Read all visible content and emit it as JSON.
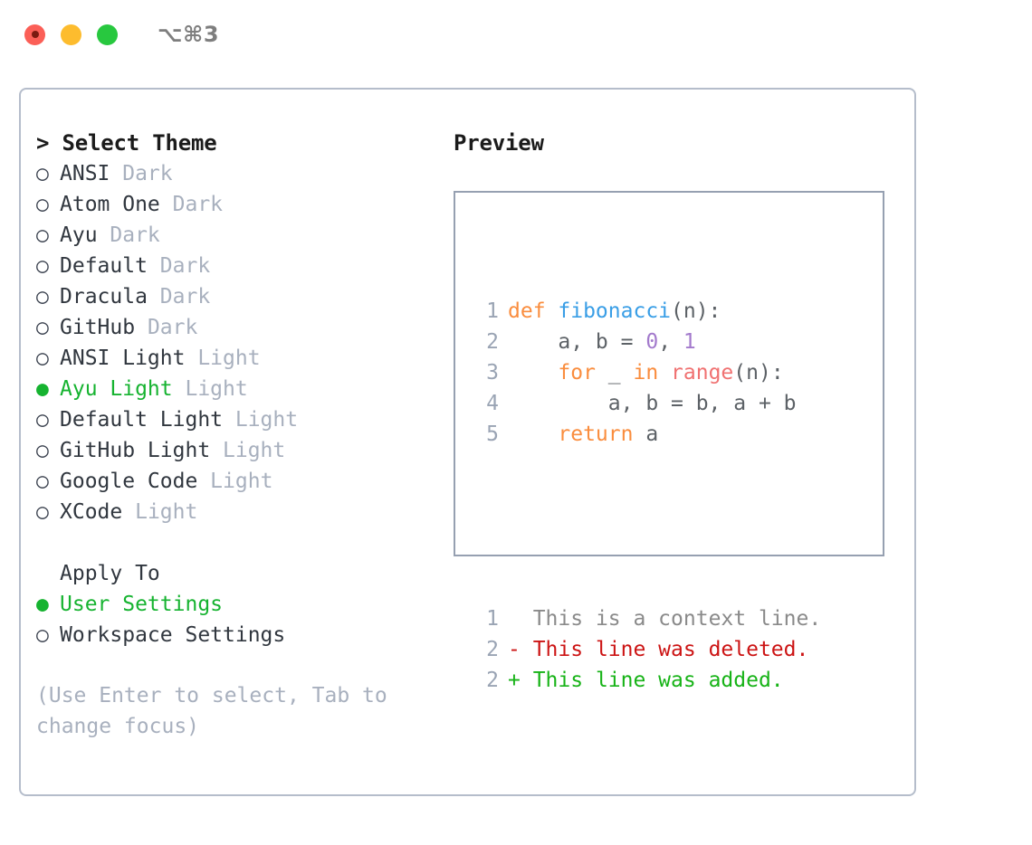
{
  "window": {
    "title_shortcut": "⌥⌘3",
    "traffic_lights": [
      "close",
      "minimize",
      "maximize"
    ]
  },
  "left": {
    "heading": "> Select Theme",
    "themes": [
      {
        "marker": "○",
        "name": "ANSI",
        "kind": "Dark",
        "selected": false
      },
      {
        "marker": "○",
        "name": "Atom One",
        "kind": "Dark",
        "selected": false
      },
      {
        "marker": "○",
        "name": "Ayu",
        "kind": "Dark",
        "selected": false
      },
      {
        "marker": "○",
        "name": "Default",
        "kind": "Dark",
        "selected": false
      },
      {
        "marker": "○",
        "name": "Dracula",
        "kind": "Dark",
        "selected": false
      },
      {
        "marker": "○",
        "name": "GitHub",
        "kind": "Dark",
        "selected": false
      },
      {
        "marker": "○",
        "name": "ANSI Light",
        "kind": "Light",
        "selected": false
      },
      {
        "marker": "●",
        "name": "Ayu Light",
        "kind": "Light",
        "selected": true
      },
      {
        "marker": "○",
        "name": "Default Light",
        "kind": "Light",
        "selected": false
      },
      {
        "marker": "○",
        "name": "GitHub Light",
        "kind": "Light",
        "selected": false
      },
      {
        "marker": "○",
        "name": "Google Code",
        "kind": "Light",
        "selected": false
      },
      {
        "marker": "○",
        "name": "XCode",
        "kind": "Light",
        "selected": false
      }
    ],
    "apply_to_label": "Apply To",
    "apply_to": [
      {
        "marker": "●",
        "name": "User Settings",
        "selected": true
      },
      {
        "marker": "○",
        "name": "Workspace Settings",
        "selected": false
      }
    ],
    "hint": "(Use Enter to select, Tab to\nchange focus)"
  },
  "right": {
    "preview_title": "Preview",
    "code_lines": [
      {
        "num": "1",
        "tokens": [
          {
            "t": "def ",
            "c": "kw"
          },
          {
            "t": "fibonacci",
            "c": "fn"
          },
          {
            "t": "(n):",
            "c": "plain"
          }
        ]
      },
      {
        "num": "2",
        "tokens": [
          {
            "t": "    a, b = ",
            "c": "plain"
          },
          {
            "t": "0",
            "c": "num"
          },
          {
            "t": ", ",
            "c": "plain"
          },
          {
            "t": "1",
            "c": "num"
          }
        ]
      },
      {
        "num": "3",
        "tokens": [
          {
            "t": "    ",
            "c": "plain"
          },
          {
            "t": "for",
            "c": "kw"
          },
          {
            "t": " _ ",
            "c": "plain"
          },
          {
            "t": "in",
            "c": "kw"
          },
          {
            "t": " ",
            "c": "plain"
          },
          {
            "t": "range",
            "c": "builtin"
          },
          {
            "t": "(n):",
            "c": "plain"
          }
        ]
      },
      {
        "num": "4",
        "tokens": [
          {
            "t": "        a, b = b, a + b",
            "c": "plain"
          }
        ]
      },
      {
        "num": "5",
        "tokens": [
          {
            "t": "    ",
            "c": "plain"
          },
          {
            "t": "return",
            "c": "kw"
          },
          {
            "t": " a",
            "c": "plain"
          }
        ]
      }
    ],
    "diff_lines": [
      {
        "num": "1",
        "sign": "  ",
        "text": "This is a context line.",
        "kind": "ctx"
      },
      {
        "num": "2",
        "sign": "- ",
        "text": "This line was deleted.",
        "kind": "del"
      },
      {
        "num": "2",
        "sign": "+ ",
        "text": "This line was added.",
        "kind": "add"
      }
    ]
  },
  "colors": {
    "accent_green": "#16b330",
    "muted": "#a8b0be",
    "border": "#b5bdcb",
    "preview_border": "#96a0b1",
    "kw_orange": "#fa8d3e",
    "fn_blue": "#399ee6",
    "num_purple": "#a37acc",
    "builtin_red": "#f07171",
    "diff_add": "#17b317",
    "diff_del": "#cc1414"
  }
}
